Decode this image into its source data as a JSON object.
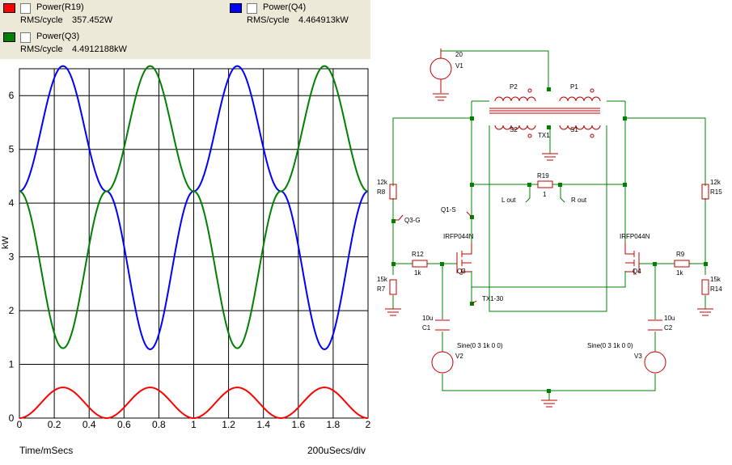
{
  "legend": [
    {
      "name": "Power(R19)",
      "color": "#ff0000",
      "measure": "RMS/cycle",
      "value": "357.452W"
    },
    {
      "name": "Power(Q4)",
      "color": "#0000ff",
      "measure": "RMS/cycle",
      "value": "4.464913kW"
    },
    {
      "name": "Power(Q3)",
      "color": "#008000",
      "measure": "RMS/cycle",
      "value": "4.4912188kW"
    }
  ],
  "chart_data": {
    "type": "line",
    "ylabel": "kW",
    "xlabel": "Time/mSecs",
    "xscale_note": "200uSecs/div",
    "xlim": [
      0,
      2
    ],
    "ylim": [
      0,
      6.5
    ],
    "x_ticks": [
      "0",
      "0.2",
      "0.4",
      "0.6",
      "0.8",
      "1",
      "1.2",
      "1.4",
      "1.6",
      "1.8",
      "2"
    ],
    "y_ticks": [
      "0",
      "1",
      "2",
      "3",
      "4",
      "5",
      "6"
    ],
    "grid": true,
    "series": [
      {
        "name": "Power(Q4)",
        "color": "#0000ff",
        "x": [
          0,
          0.25,
          0.5,
          0.75,
          1.0,
          1.25,
          1.5,
          1.75,
          2.0
        ],
        "y": [
          4.22,
          6.55,
          4.22,
          1.28,
          4.22,
          6.55,
          4.22,
          1.28,
          4.22
        ]
      },
      {
        "name": "Power(Q3)",
        "color": "#008000",
        "x": [
          0,
          0.25,
          0.5,
          0.75,
          1.0,
          1.25,
          1.5,
          1.75,
          2.0
        ],
        "y": [
          4.22,
          1.3,
          4.22,
          6.55,
          4.22,
          1.3,
          4.22,
          6.55,
          4.22
        ]
      },
      {
        "name": "Power(R19)",
        "color": "#ff0000",
        "x": [
          0,
          0.25,
          0.5,
          0.75,
          1.0,
          1.25,
          1.5,
          1.75,
          2.0
        ],
        "y": [
          0,
          0.57,
          0,
          0.57,
          0,
          0.57,
          0,
          0.57,
          0
        ]
      }
    ]
  },
  "schematic": {
    "labels": {
      "v1_value": "20",
      "v1_name": "V1",
      "p2": "P2",
      "p1": "P1",
      "s2": "S2",
      "s1": "S1",
      "tx1": "TX1",
      "r19": "R19",
      "r19_value": "1",
      "l_out": "L out",
      "r_out": "R out",
      "r8_value": "12k",
      "r8": "R8",
      "q3g": "Q3-G",
      "r15_value": "12k",
      "r15": "R15",
      "q1s": "Q1-S",
      "irf_left": "IRFP044N",
      "irf_right": "IRFP044N",
      "r12": "R12",
      "r12_value": "1k",
      "r9": "R9",
      "r9_value": "1k",
      "r7_value": "15k",
      "r7": "R7",
      "r14_value": "15k",
      "r14": "R14",
      "q3": "Q3",
      "q4": "Q4",
      "tx130": "TX1-30",
      "c1_value": "10u",
      "c1": "C1",
      "c2_value": "10u",
      "c2": "C2",
      "v2_sine": "Sine(0 3 1k 0 0)",
      "v2": "V2",
      "v3_sine": "Sine(0 3 1k 0 0)",
      "v3": "V3"
    }
  }
}
